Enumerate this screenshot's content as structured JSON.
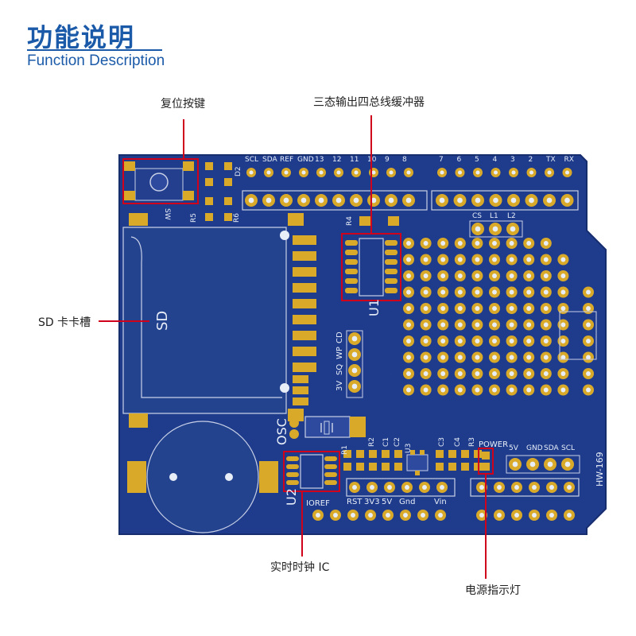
{
  "header": {
    "title": "功能说明",
    "subtitle": "Function Description"
  },
  "callouts": {
    "reset_button": "复位按键",
    "tristate_buffer": "三态输出四总线缓冲器",
    "sd_slot": "SD 卡卡槽",
    "rtc_ic": "实时时钟 IC",
    "power_led": "电源指示灯"
  },
  "board_silkscreen": {
    "header_top_left": [
      "SCL",
      "SDA",
      "REF",
      "GND",
      "13",
      "12",
      "11",
      "10",
      "9",
      "8"
    ],
    "header_top_right": [
      "7",
      "6",
      "5",
      "4",
      "3",
      "2",
      "TX",
      "RX"
    ],
    "sd_label": "SD",
    "u1": "U1",
    "u2": "U2",
    "osc": "OSC",
    "ioref": "IOREF",
    "power_row": [
      "RST",
      "3V3",
      "5V",
      "Gnd",
      "",
      "Vin"
    ],
    "pwr_label": "POWER",
    "i2c_pins": [
      "5V",
      "GND",
      "SDA",
      "SCL"
    ],
    "cs_l1_l2": [
      "CS",
      "L1",
      "L2"
    ],
    "sd_pins": [
      "CD",
      "WP",
      "SQ",
      "3V"
    ],
    "model": "HW-169",
    "refs": [
      "R4",
      "R5",
      "R6",
      "D2",
      "R1",
      "R2",
      "C1",
      "C2",
      "C3",
      "C4",
      "R3",
      "U3",
      "SW"
    ]
  },
  "colors": {
    "accent": "#1a5aa8",
    "pcb": "#1f3c8c",
    "pad": "#d9a92a",
    "callout": "#d0021b"
  }
}
